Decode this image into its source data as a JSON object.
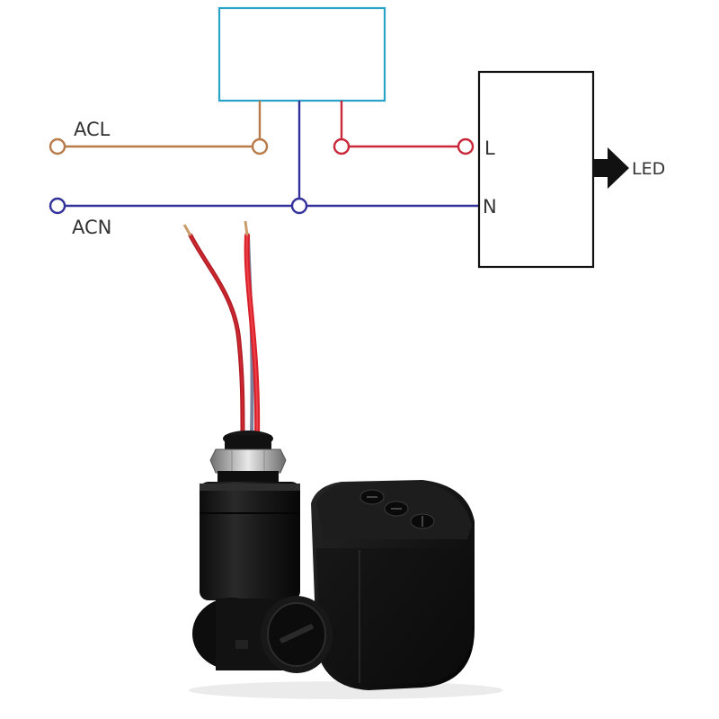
{
  "diagram": {
    "labels": {
      "acl": "ACL",
      "acn": "ACN",
      "l": "L",
      "n": "N",
      "led": "LED"
    },
    "colors": {
      "acl_wire": "#b77a48",
      "acn_wire": "#33329a",
      "live_wire": "#c8283a",
      "sensor_box": "#2aa3c8",
      "led_box": "#111111",
      "label_text": "#333333"
    },
    "components": {
      "sensor_module": "box",
      "led_driver": "box",
      "arrow_icon": "arrow-right-icon"
    }
  },
  "photo": {
    "subject": "pir-motion-sensor",
    "wire_colors": [
      "#d4202a",
      "#e0242e",
      "#7a7f9a"
    ]
  }
}
